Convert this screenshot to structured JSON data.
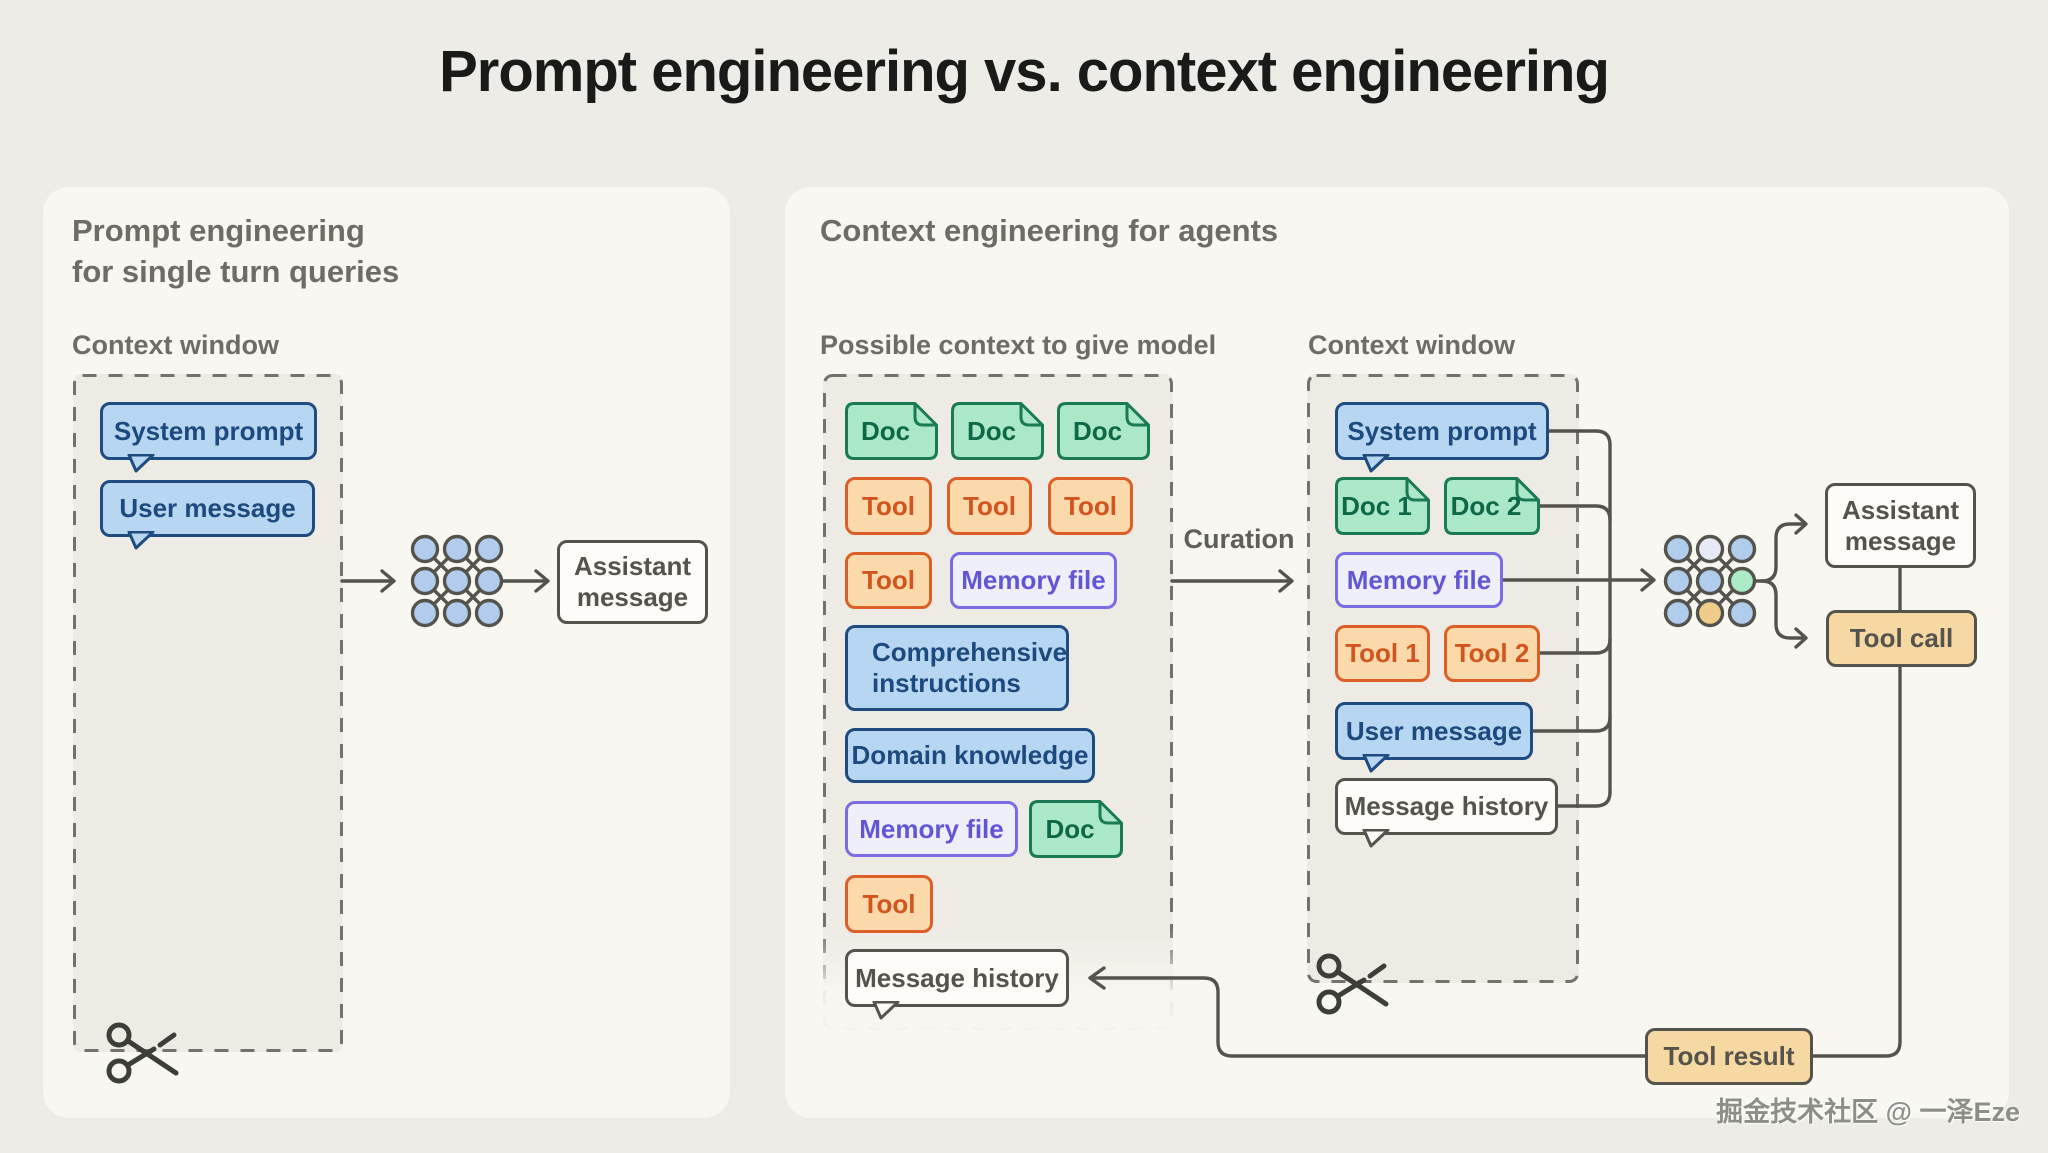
{
  "title": "Prompt engineering vs. context engineering",
  "watermark": "掘金技术社区 @ 一泽Eze",
  "labels": {
    "doc": "Doc",
    "tool": "Tool",
    "memory_file": "Memory file",
    "system_prompt": "System prompt",
    "user_message": "User message",
    "message_history": "Message history",
    "assistant_message": "Assistant message",
    "comprehensive_instructions": "Comprehensive instructions",
    "domain_knowledge": "Domain knowledge",
    "tool_call": "Tool call",
    "tool_result": "Tool result",
    "doc1": "Doc 1",
    "doc2": "Doc 2",
    "tool1": "Tool 1",
    "tool2": "Tool 2"
  },
  "left_panel": {
    "heading": "Prompt engineering\nfor single turn queries",
    "context_window_label": "Context window"
  },
  "right_panel": {
    "heading": "Context engineering for agents",
    "possible_context_label": "Possible context to give model",
    "context_window_label": "Context window",
    "curation_label": "Curation"
  },
  "colors": {
    "page_bg": "#eeece6",
    "panel_bg": "#f8f7f1",
    "inner_bg": "#edebe4",
    "line": "#54544d",
    "blue_fill": "#b7d6f2",
    "blue_border": "#1f4c80",
    "green_fill": "#abe8c8",
    "green_border": "#1a7a52",
    "orange_fill": "#fcd9ab",
    "orange_border": "#dc5f28",
    "purple_fill": "#efeefb",
    "purple_border": "#7a6ce2",
    "tan_fill": "#f5d8a2",
    "net_blue": "#b0cdee",
    "net_green": "#a9ecc6",
    "net_orange": "#f0cc8b",
    "net_white": "#e8e9f7"
  }
}
